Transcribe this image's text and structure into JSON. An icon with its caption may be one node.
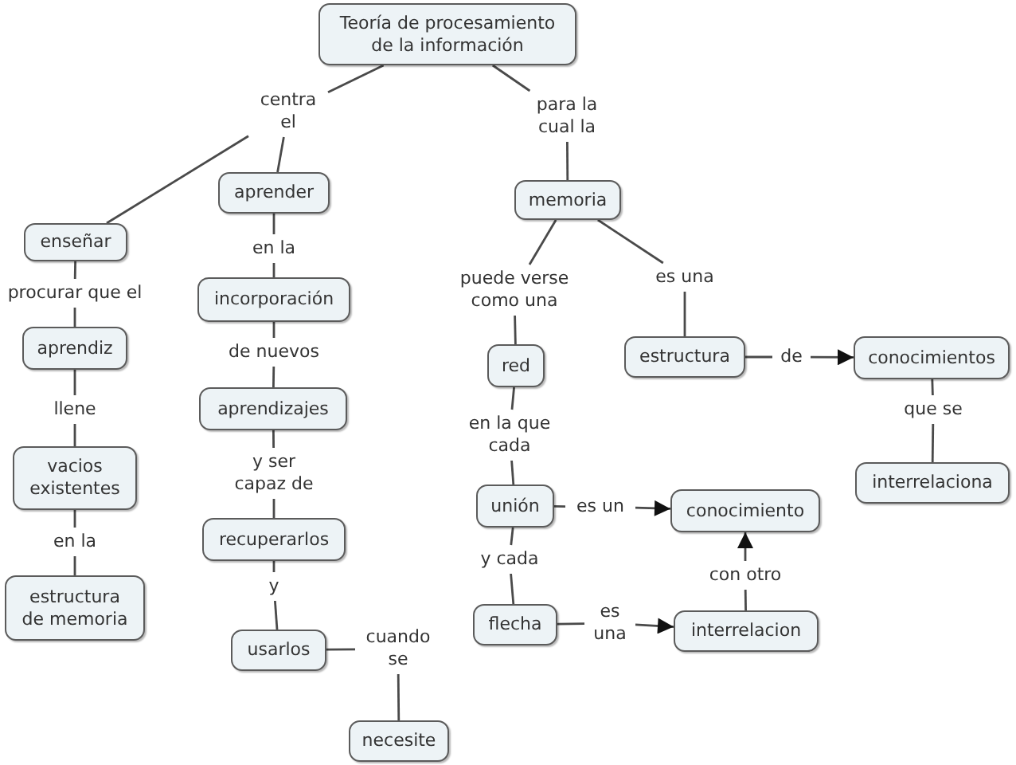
{
  "diagram": {
    "nodes": [
      {
        "text": [
          "Teoría de procesamiento de la información"
        ]
      },
      {
        "text": [
          "centra el"
        ]
      },
      {
        "text": [
          "para la cual la"
        ]
      },
      {
        "text": [
          "enseñar"
        ]
      },
      {
        "text": [
          "aprender"
        ]
      },
      {
        "text": [
          "memoria"
        ]
      },
      {
        "text": [
          "procurar que el"
        ]
      },
      {
        "text": [
          "en la"
        ]
      },
      {
        "text": [
          "puede verse como una"
        ]
      },
      {
        "text": [
          "es una"
        ]
      },
      {
        "text": [
          "aprendiz"
        ]
      },
      {
        "text": [
          "incorporación"
        ]
      },
      {
        "text": [
          "red"
        ]
      },
      {
        "text": [
          "estructura"
        ]
      },
      {
        "text": [
          "de"
        ]
      },
      {
        "text": [
          "conocimientos"
        ]
      },
      {
        "text": [
          "de nuevos"
        ]
      },
      {
        "text": [
          "llene"
        ]
      },
      {
        "text": [
          "aprendizajes"
        ]
      },
      {
        "text": [
          "en la que cada"
        ]
      },
      {
        "text": [
          "que se"
        ]
      },
      {
        "text": [
          "interrelaciona"
        ]
      },
      {
        "text": [
          "vacios existentes"
        ]
      },
      {
        "text": [
          "y ser capaz de"
        ]
      },
      {
        "text": [
          "unión"
        ]
      },
      {
        "text": [
          "es un"
        ]
      },
      {
        "text": [
          "conocimiento"
        ]
      },
      {
        "text": [
          "recuperarlos"
        ]
      },
      {
        "text": [
          "y cada"
        ]
      },
      {
        "text": [
          "en la"
        ]
      },
      {
        "text": [
          "con otro"
        ]
      },
      {
        "text": [
          "y"
        ]
      },
      {
        "text": [
          "estructura de memoria"
        ]
      },
      {
        "text": [
          "flecha"
        ]
      },
      {
        "text": [
          "es una"
        ]
      },
      {
        "text": [
          "interrelacion"
        ]
      },
      {
        "text": [
          "usarlos"
        ]
      },
      {
        "text": [
          "cuando se"
        ]
      },
      {
        "text": [
          "necesite"
        ]
      }
    ],
    "edges": [
      {
        "from": 0,
        "to": 1,
        "arrow": "none"
      },
      {
        "from": 1,
        "to": 3,
        "arrow": "none"
      },
      {
        "from": 1,
        "to": 4,
        "arrow": "none"
      },
      {
        "from": 0,
        "to": 2,
        "arrow": "none"
      },
      {
        "from": 2,
        "to": 5,
        "arrow": "none"
      },
      {
        "from": 3,
        "to": 6,
        "arrow": "none"
      },
      {
        "from": 6,
        "to": 10,
        "arrow": "none"
      },
      {
        "from": 10,
        "to": 17,
        "arrow": "none"
      },
      {
        "from": 17,
        "to": 22,
        "arrow": "none"
      },
      {
        "from": 22,
        "to": 29,
        "arrow": "none"
      },
      {
        "from": 29,
        "to": 32,
        "arrow": "none"
      },
      {
        "from": 4,
        "to": 7,
        "arrow": "none"
      },
      {
        "from": 7,
        "to": 11,
        "arrow": "none"
      },
      {
        "from": 11,
        "to": 16,
        "arrow": "none"
      },
      {
        "from": 16,
        "to": 18,
        "arrow": "none"
      },
      {
        "from": 18,
        "to": 23,
        "arrow": "none"
      },
      {
        "from": 23,
        "to": 27,
        "arrow": "none"
      },
      {
        "from": 27,
        "to": 31,
        "arrow": "none"
      },
      {
        "from": 31,
        "to": 36,
        "arrow": "none"
      },
      {
        "from": 36,
        "to": 37,
        "arrow": "none"
      },
      {
        "from": 37,
        "to": 38,
        "arrow": "none"
      },
      {
        "from": 5,
        "to": 8,
        "arrow": "none"
      },
      {
        "from": 8,
        "to": 12,
        "arrow": "none"
      },
      {
        "from": 12,
        "to": 19,
        "arrow": "none"
      },
      {
        "from": 19,
        "to": 24,
        "arrow": "none"
      },
      {
        "from": 24,
        "to": 25,
        "arrow": "none"
      },
      {
        "from": 25,
        "to": 26,
        "arrow": "to"
      },
      {
        "from": 24,
        "to": 28,
        "arrow": "none"
      },
      {
        "from": 28,
        "to": 33,
        "arrow": "none"
      },
      {
        "from": 33,
        "to": 34,
        "arrow": "none"
      },
      {
        "from": 34,
        "to": 35,
        "arrow": "to"
      },
      {
        "from": 35,
        "to": 30,
        "arrow": "none"
      },
      {
        "from": 30,
        "to": 26,
        "arrow": "to"
      },
      {
        "from": 5,
        "to": 9,
        "arrow": "none"
      },
      {
        "from": 9,
        "to": 13,
        "arrow": "none"
      },
      {
        "from": 13,
        "to": 14,
        "arrow": "none"
      },
      {
        "from": 14,
        "to": 15,
        "arrow": "to"
      },
      {
        "from": 15,
        "to": 20,
        "arrow": "none"
      },
      {
        "from": 20,
        "to": 21,
        "arrow": "none"
      }
    ]
  }
}
